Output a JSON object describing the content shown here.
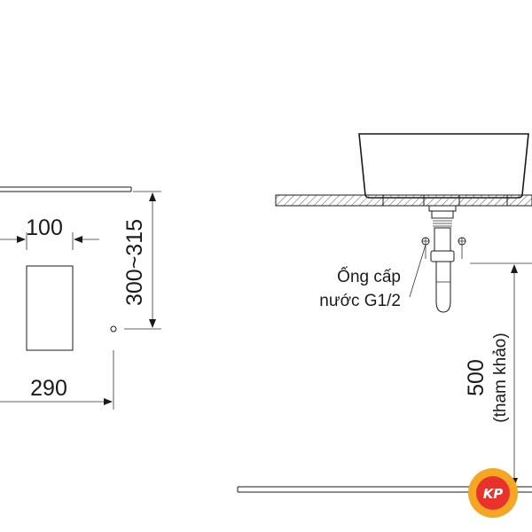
{
  "dimensions": {
    "width_top": "100",
    "width_bottom": "290",
    "height_left": "300~315",
    "height_right": "500",
    "height_right_note": "(tham khảo)"
  },
  "labels": {
    "supply_line1": "Ống cấp",
    "supply_line2": "nước G1/2"
  },
  "logo": {
    "text": "KP",
    "ring_color": "#f5a623",
    "inner_color": "#e8322b",
    "text_color": "#ffffff"
  },
  "colors": {
    "line": "#1a1a1a",
    "hatch": "#555555"
  }
}
